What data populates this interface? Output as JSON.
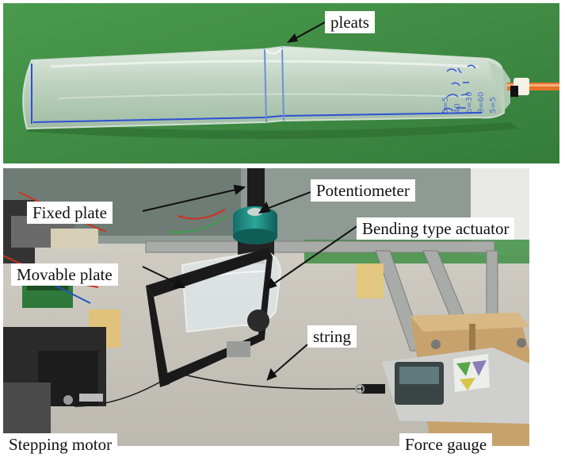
{
  "labels": {
    "pleats": "pleats",
    "fixed_plate": "Fixed plate",
    "potentiometer": "Potentiometer",
    "bending_actuator": "Bending type actuator",
    "movable_plate": "Movable plate",
    "string": "string",
    "stepping_motor": "Stepping motor",
    "force_gauge": "Force gauge"
  },
  "bag_notes": [
    "5=5",
    "40",
    "ρ=30",
    "θ=60",
    "5=5"
  ],
  "colors": {
    "table_green": "#3f8f45",
    "plate_black": "#1a1a1a",
    "rotor_teal": "#1f8f86",
    "bag_seal_blue": "#2e4fd4"
  }
}
